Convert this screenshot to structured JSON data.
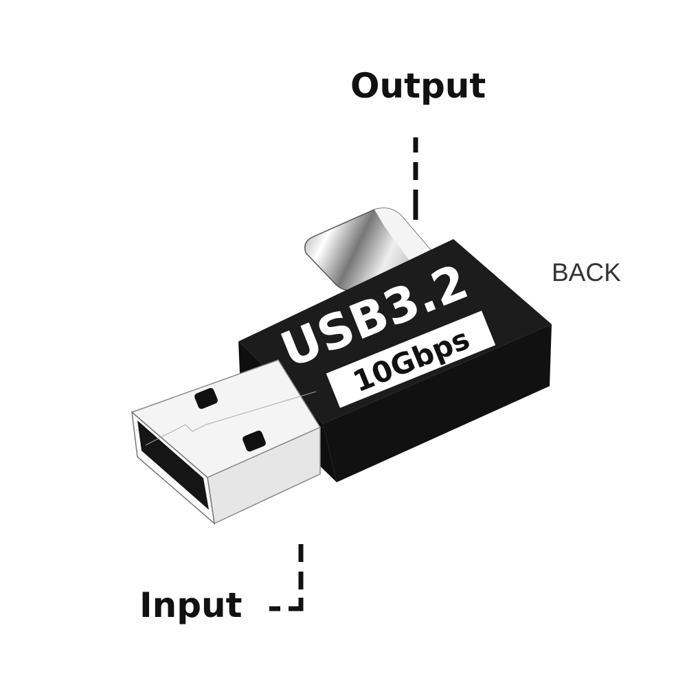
{
  "labels": {
    "output": "Output",
    "input": "Input",
    "back": "BACK"
  },
  "product": {
    "brand_text": "USB3.2",
    "speed_text": "10Gbps"
  },
  "colors": {
    "body": "#1a1a1a",
    "label_bg": "#ffffff",
    "text": "#111111"
  }
}
